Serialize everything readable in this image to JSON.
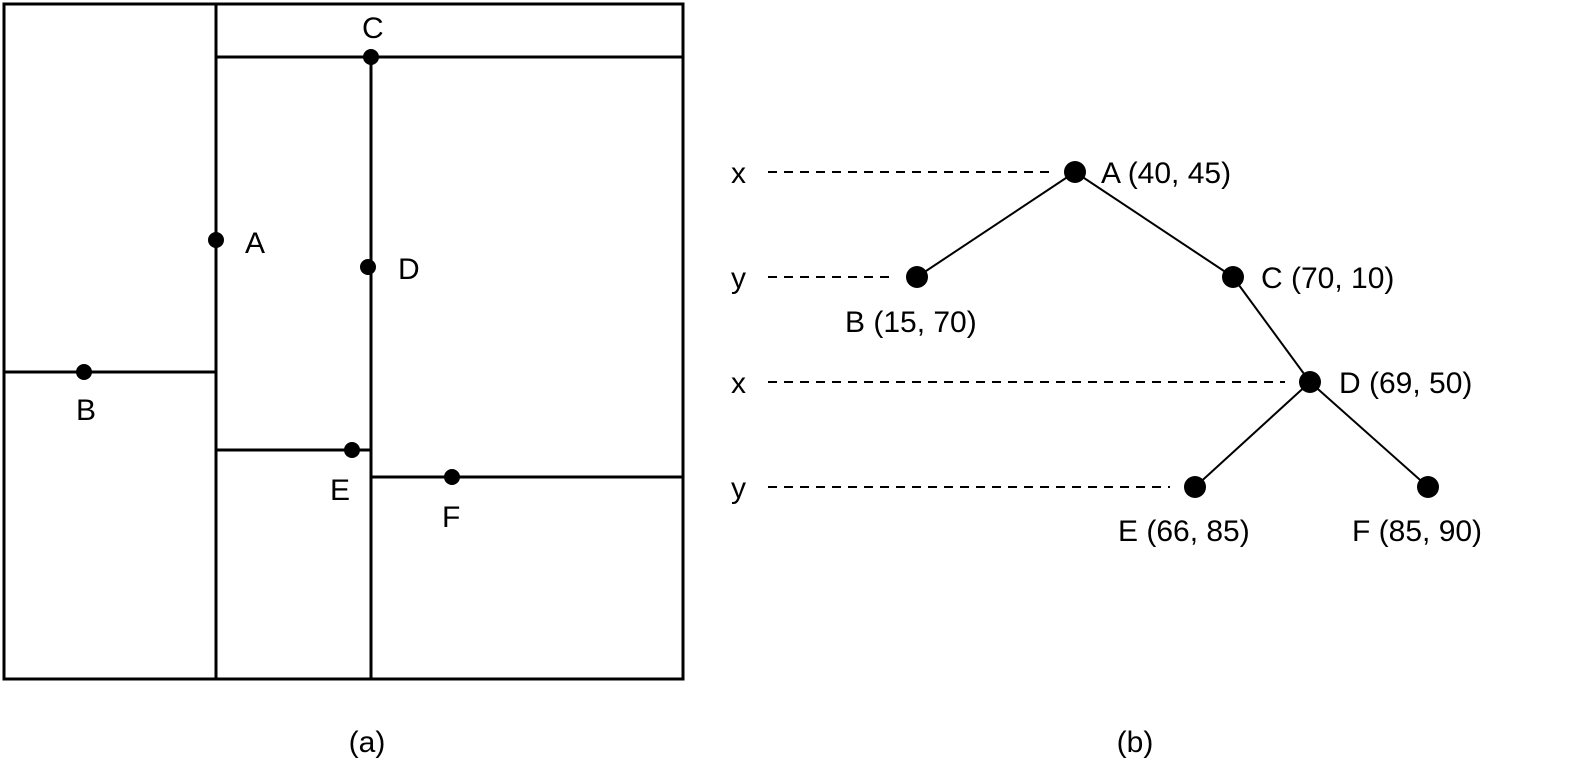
{
  "figure_type": "kd-tree construction example",
  "colors": {
    "ink": "#000000",
    "background": "#ffffff"
  },
  "captions": {
    "a": "(a)",
    "b": "(b)"
  },
  "partition": {
    "points": [
      {
        "id": "A",
        "label": "A",
        "x": 40,
        "y": 45
      },
      {
        "id": "B",
        "label": "B",
        "x": 15,
        "y": 70
      },
      {
        "id": "C",
        "label": "C",
        "x": 70,
        "y": 10
      },
      {
        "id": "D",
        "label": "D",
        "x": 69,
        "y": 50
      },
      {
        "id": "E",
        "label": "E",
        "x": 66,
        "y": 85
      },
      {
        "id": "F",
        "label": "F",
        "x": 85,
        "y": 90
      }
    ],
    "splits": [
      {
        "point": "A",
        "axis": "x"
      },
      {
        "point": "B",
        "axis": "y"
      },
      {
        "point": "C",
        "axis": "y"
      },
      {
        "point": "D",
        "axis": "x"
      },
      {
        "point": "E",
        "axis": "y"
      },
      {
        "point": "F",
        "axis": "y"
      }
    ]
  },
  "tree": {
    "level_labels": [
      "x",
      "y",
      "x",
      "y"
    ],
    "nodes": [
      {
        "id": "A",
        "label": "A (40, 45)",
        "level": 0
      },
      {
        "id": "B",
        "label": "B (15, 70)",
        "level": 1
      },
      {
        "id": "C",
        "label": "C (70, 10)",
        "level": 1
      },
      {
        "id": "D",
        "label": "D (69, 50)",
        "level": 2
      },
      {
        "id": "E",
        "label": "E (66, 85)",
        "level": 3
      },
      {
        "id": "F",
        "label": "F (85, 90)",
        "level": 3
      }
    ],
    "edges": [
      [
        "A",
        "B"
      ],
      [
        "A",
        "C"
      ],
      [
        "C",
        "D"
      ],
      [
        "D",
        "E"
      ],
      [
        "D",
        "F"
      ]
    ]
  }
}
